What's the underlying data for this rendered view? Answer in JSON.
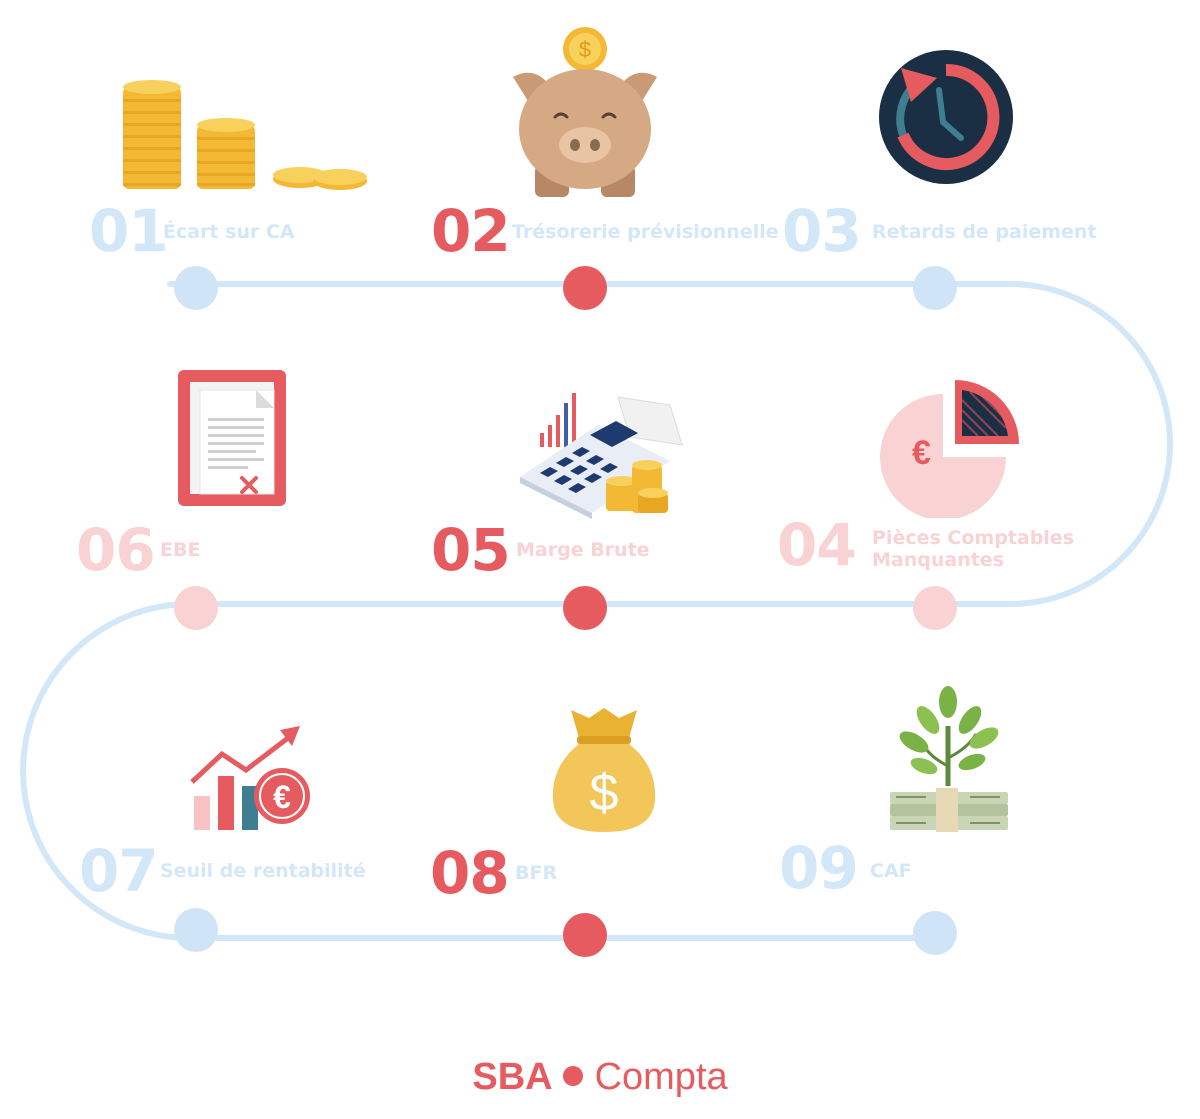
{
  "colors": {
    "red": "#e65b5f",
    "blue": "#cfe5f7",
    "pink": "#f9d2d3",
    "gold": "#f4c64a",
    "navy": "#1a2e44"
  },
  "steps": [
    {
      "num": "01",
      "label": "Écart sur CA",
      "icon": "coin-stacks-icon"
    },
    {
      "num": "02",
      "label": "Trésorerie prévisionnelle",
      "icon": "piggy-bank-icon"
    },
    {
      "num": "03",
      "label": "Retards de paiement",
      "icon": "clock-history-icon"
    },
    {
      "num": "04",
      "label": "Pièces Comptables",
      "label2": "Manquantes",
      "icon": "euro-pie-chart-icon"
    },
    {
      "num": "05",
      "label": "Marge Brute",
      "icon": "calculator-coins-icon"
    },
    {
      "num": "06",
      "label": "EBE",
      "icon": "document-cross-icon"
    },
    {
      "num": "07",
      "label": "Seuil de rentabilité",
      "icon": "growth-chart-euro-icon"
    },
    {
      "num": "08",
      "label": "BFR",
      "icon": "money-bag-icon"
    },
    {
      "num": "09",
      "label": "CAF",
      "icon": "money-plant-icon"
    }
  ],
  "brand": {
    "name": "SBA",
    "suffix": "Compta"
  }
}
